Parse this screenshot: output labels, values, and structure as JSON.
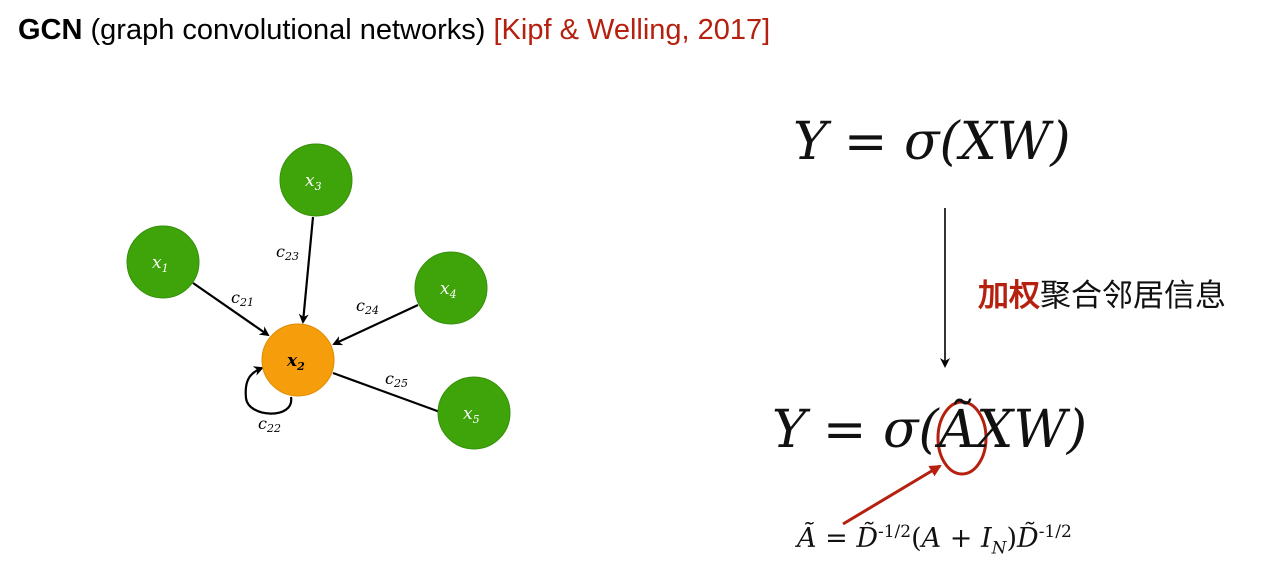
{
  "title": {
    "bold": "GCN",
    "rest": " (graph convolutional networks) ",
    "citation": "[Kipf & Welling, 2017]"
  },
  "graph": {
    "nodes": [
      {
        "id": "x1",
        "label": "x",
        "sub": "1",
        "color": "#3fa30a"
      },
      {
        "id": "x2",
        "label": "x",
        "sub": "2",
        "color": "#f59d0a"
      },
      {
        "id": "x3",
        "label": "x",
        "sub": "3",
        "color": "#3fa30a"
      },
      {
        "id": "x4",
        "label": "x",
        "sub": "4",
        "color": "#3fa30a"
      },
      {
        "id": "x5",
        "label": "x",
        "sub": "5",
        "color": "#3fa30a"
      }
    ],
    "edges": [
      {
        "from": "x1",
        "to": "x2",
        "label": "c",
        "sub": "21"
      },
      {
        "from": "x3",
        "to": "x2",
        "label": "c",
        "sub": "23"
      },
      {
        "from": "x4",
        "to": "x2",
        "label": "c",
        "sub": "24"
      },
      {
        "from": "x2",
        "to": "x5",
        "label": "c",
        "sub": "25"
      },
      {
        "from": "x2",
        "to": "x2",
        "label": "c",
        "sub": "22"
      }
    ]
  },
  "equations": {
    "eq1": "Y = σ(XW)",
    "eq2": "Y = σ(ÃXW)",
    "eq3": "Ã = D̃^{-1/2}(A + I_N)D̃^{-1/2}"
  },
  "aggregation": {
    "highlight": "加权",
    "rest": "聚合邻居信息"
  },
  "colors": {
    "accent": "#b5200f",
    "green": "#3fa30a",
    "orange": "#f59d0a"
  }
}
